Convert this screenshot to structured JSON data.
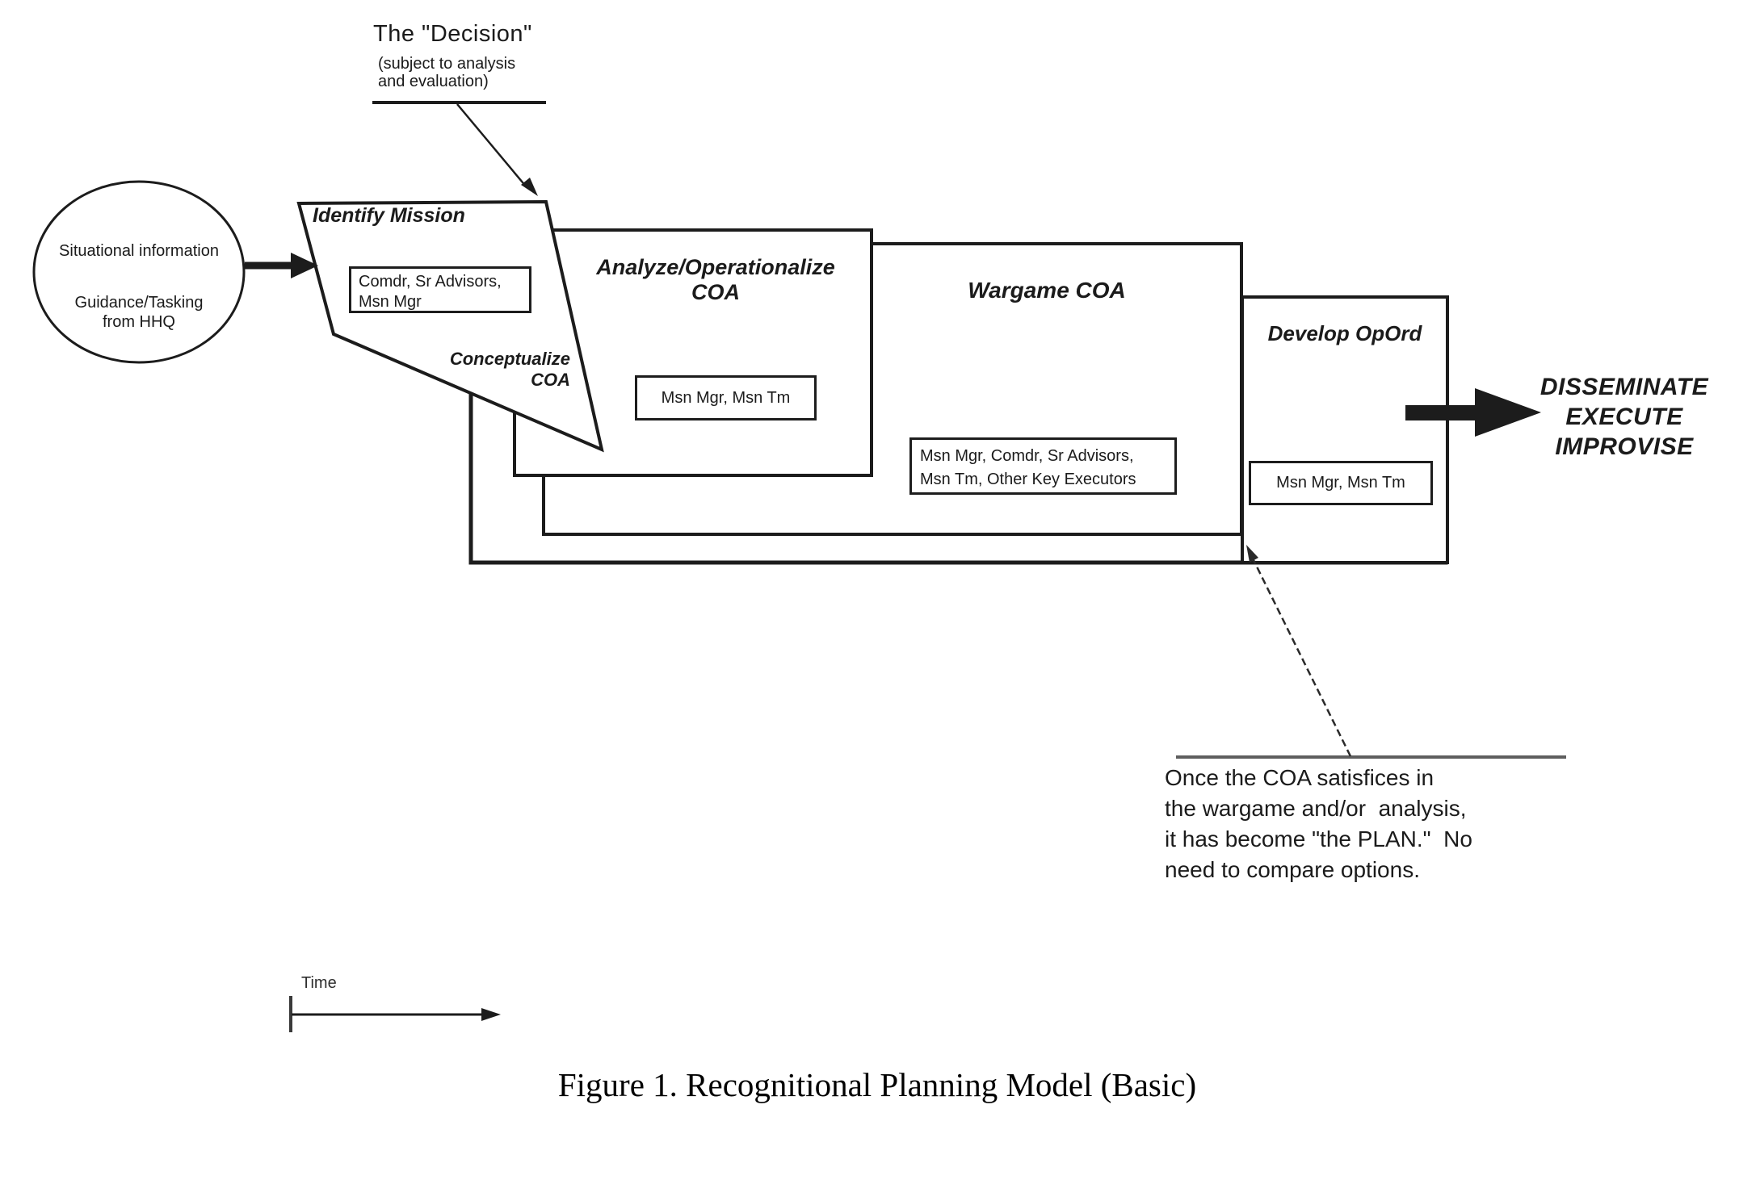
{
  "decision_note": {
    "title": "The \"Decision\"",
    "subtitle": "(subject to analysis\nand evaluation)"
  },
  "input_ellipse": {
    "line1": "Situational information",
    "line2": "Guidance/Tasking\nfrom HHQ"
  },
  "identify_mission": {
    "title": "Identify Mission",
    "participants": "Comdr, Sr Advisors,\nMsn Mgr",
    "sublabel": "Conceptualize\nCOA"
  },
  "analyze": {
    "title": "Analyze/Operationalize\nCOA",
    "participants": "Msn Mgr, Msn Tm"
  },
  "wargame": {
    "title": "Wargame COA",
    "participants": "Msn Mgr, Comdr, Sr Advisors,\nMsn Tm, Other Key Executors"
  },
  "develop": {
    "title": "Develop OpOrd",
    "participants": "Msn Mgr, Msn Tm"
  },
  "output": {
    "label": "DISSEMINATE\nEXECUTE\nIMPROVISE"
  },
  "plan_note": {
    "text": "Once the COA satisfices in\nthe wargame and/or  analysis,\nit has become \"the PLAN.\"  No\nneed to compare options."
  },
  "time_axis": {
    "label": "Time"
  },
  "figure": {
    "caption": "Figure 1. Recognitional Planning Model (Basic)"
  },
  "colors": {
    "ink": "#1c1c1c",
    "note_line": "#5e5e5e"
  }
}
